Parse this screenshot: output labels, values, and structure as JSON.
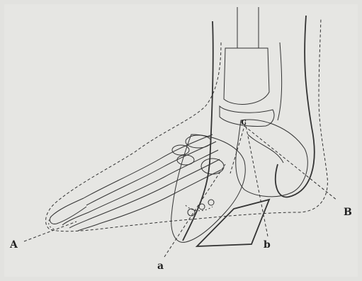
{
  "figure": {
    "labels": {
      "A": "A",
      "B": "B",
      "a": "a",
      "b": "b",
      "c": "c"
    },
    "colors": {
      "background": "#e2e2df",
      "ink": "#333333"
    }
  }
}
